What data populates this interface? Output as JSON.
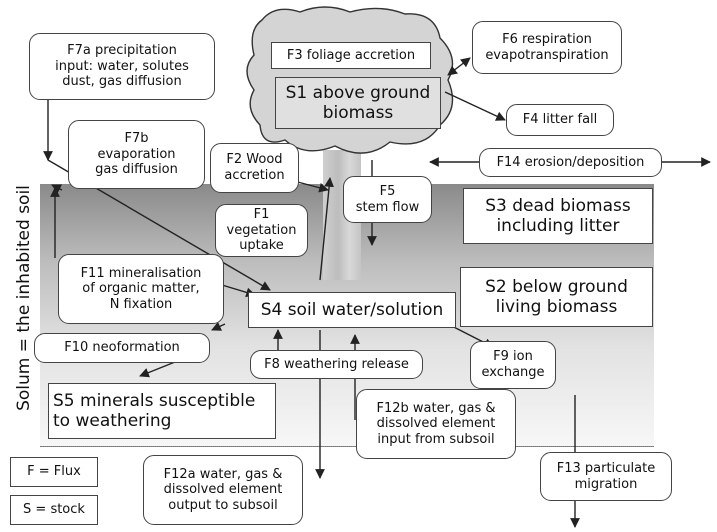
{
  "axis_label": "Solum = the inhabited soil",
  "stocks": {
    "s1": "S1 above ground\nbiomass",
    "s2": "S2 below ground\nliving biomass",
    "s3": "S3 dead biomass\nincluding litter",
    "s4": "S4 soil water/solution",
    "s5": "S5 minerals susceptible\nto weathering"
  },
  "fluxes": {
    "f1": "F1 vegetation\nuptake",
    "f2": "F2 Wood\naccretion",
    "f3": "F3 foliage accretion",
    "f4": "F4 litter fall",
    "f5": "F5\nstem flow",
    "f6": "F6 respiration\nevapotranspiration",
    "f7a": "F7a precipitation\ninput: water, solutes\ndust, gas diffusion",
    "f7b": "F7b\nevaporation\ngas diffusion",
    "f8": "F8 weathering release",
    "f9": "F9 ion\nexchange",
    "f10": "F10 neoformation",
    "f11": "F11 mineralisation\nof organic matter,\nN fixation",
    "f12a": "F12a water, gas &\ndissolved element\noutput to subsoil",
    "f12b": "F12b water, gas &\ndissolved element\ninput from subsoil",
    "f13": "F13 particulate\nmigration",
    "f14": "F14 erosion/deposition"
  },
  "legend": {
    "flux": "F = Flux",
    "stock": "S = stock"
  },
  "colors": {
    "soil_top": "#8a8a8a",
    "soil_bottom": "#f7f7f7",
    "canopy": "#d4d4d4",
    "stroke": "#222222"
  }
}
